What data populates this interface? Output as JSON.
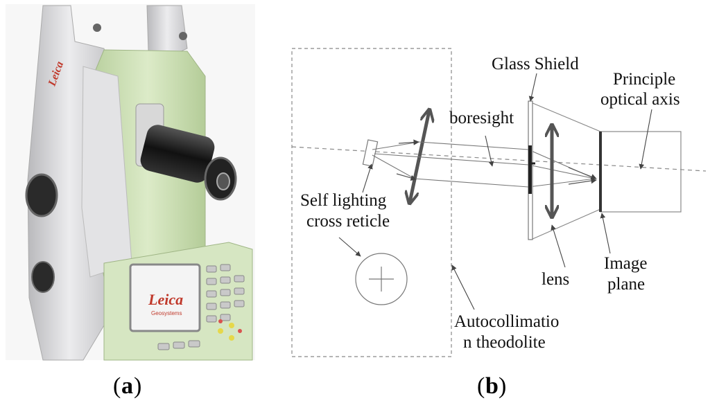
{
  "panel_a": {
    "caption_letter": "a",
    "brand_logo": "Leica",
    "screen_logo": "Leica",
    "screen_subtext": "Geosystems"
  },
  "panel_b": {
    "caption_letter": "b",
    "labels": {
      "glass_shield": "Glass Shield",
      "principle_axis_line1": "Principle",
      "principle_axis_line2": "optical axis",
      "boresight": "boresight",
      "self_lighting_line1": "Self lighting",
      "self_lighting_line2": "cross reticle",
      "lens": "lens",
      "image_plane_line1": "Image",
      "image_plane_line2": "plane",
      "theodolite_line1": "Autocollimatio",
      "theodolite_line2": "n theodolite"
    }
  },
  "colors": {
    "instrument_green": "#cfe3b6",
    "instrument_grey": "#d9d9db",
    "diagram_line": "#555555",
    "dashed_line": "#888888"
  }
}
